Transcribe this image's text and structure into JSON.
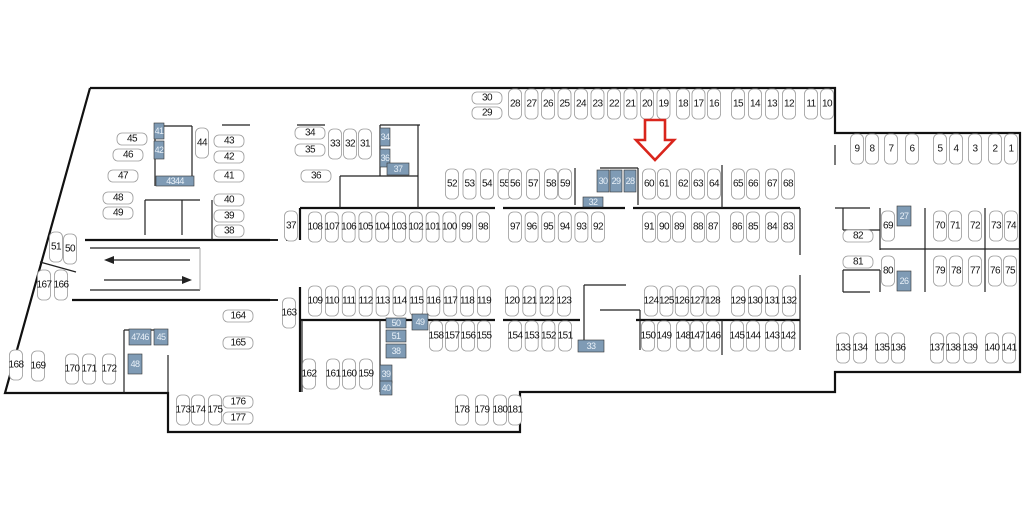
{
  "title": "Parking floor plan",
  "colors": {
    "wall": "#111111",
    "storage": "#7f9bb5",
    "marker": "#d9251c"
  },
  "marker": {
    "type": "arrow-down",
    "target_spot": "60-61"
  },
  "spots": {
    "top_a": [
      "28",
      "27",
      "26",
      "25",
      "24",
      "23",
      "22",
      "21",
      "20",
      "19"
    ],
    "top_b": [
      "18",
      "17",
      "16"
    ],
    "top_c": [
      "15",
      "14",
      "13",
      "12"
    ],
    "top_d": [
      "11",
      "10"
    ],
    "top_h": [
      "30",
      "29"
    ],
    "right_top_a": [
      "9",
      "8",
      "7",
      "6"
    ],
    "right_top_b": [
      "5",
      "4",
      "3",
      "2",
      "1"
    ],
    "row_52": [
      "52",
      "53",
      "54",
      "55"
    ],
    "row_56": [
      "56",
      "57",
      "58",
      "59"
    ],
    "row_60": [
      "60",
      "61",
      "62",
      "63",
      "64"
    ],
    "row_65": [
      "65",
      "66",
      "67",
      "68"
    ],
    "row_108": [
      "108",
      "107",
      "106",
      "105",
      "104",
      "103",
      "102",
      "101",
      "100",
      "99",
      "98"
    ],
    "row_97": [
      "97",
      "96",
      "95",
      "94",
      "93",
      "92"
    ],
    "row_91": [
      "91",
      "90",
      "89",
      "88",
      "87"
    ],
    "row_86": [
      "86",
      "85",
      "84",
      "83"
    ],
    "row_109": [
      "109",
      "110",
      "111",
      "112",
      "113",
      "114",
      "115",
      "116",
      "117",
      "118",
      "119"
    ],
    "row_120": [
      "120",
      "121",
      "122",
      "123"
    ],
    "row_124": [
      "124",
      "125",
      "126",
      "127",
      "128"
    ],
    "row_129": [
      "129",
      "130",
      "131",
      "132"
    ],
    "row_158": [
      "158",
      "157",
      "156",
      "155"
    ],
    "row_154": [
      "154",
      "153",
      "152",
      "151"
    ],
    "row_150": [
      "150",
      "149",
      "148",
      "147",
      "146"
    ],
    "row_145": [
      "145",
      "144",
      "143",
      "142"
    ],
    "right_mid_top": [
      "69",
      "70",
      "71",
      "72",
      "73",
      "74"
    ],
    "right_mid_bot": [
      "80",
      "79",
      "78",
      "77",
      "76",
      "75"
    ],
    "right_h": [
      "82",
      "81"
    ],
    "right_bottom": [
      "133",
      "134",
      "135",
      "136",
      "137",
      "138",
      "139",
      "140",
      "141"
    ],
    "left_h": [
      "45",
      "46",
      "47",
      "48",
      "49"
    ],
    "left_v": [
      "44"
    ],
    "left_h2": [
      "43",
      "42",
      "41",
      "40",
      "39",
      "38"
    ],
    "mid_h": [
      "34",
      "35",
      "36"
    ],
    "mid_v": [
      "33",
      "32",
      "31",
      "37"
    ],
    "ramp_v": [
      "51",
      "50",
      "167",
      "166"
    ],
    "lower_left_v": [
      "168",
      "169",
      "170",
      "171",
      "172",
      "163"
    ],
    "lower_h": [
      "164",
      "165",
      "176",
      "177"
    ],
    "lower_v": [
      "173",
      "174",
      "175"
    ],
    "lower_mid": [
      "162",
      "161",
      "160",
      "159"
    ],
    "bottom": [
      "178",
      "179",
      "180",
      "181"
    ]
  },
  "storage": [
    "41",
    "42",
    "4344",
    "34",
    "36",
    "37",
    "30",
    "29",
    "28",
    "32",
    "27",
    "26",
    "50",
    "49",
    "51",
    "38",
    "39",
    "40",
    "33",
    "4746",
    "45",
    "48"
  ]
}
